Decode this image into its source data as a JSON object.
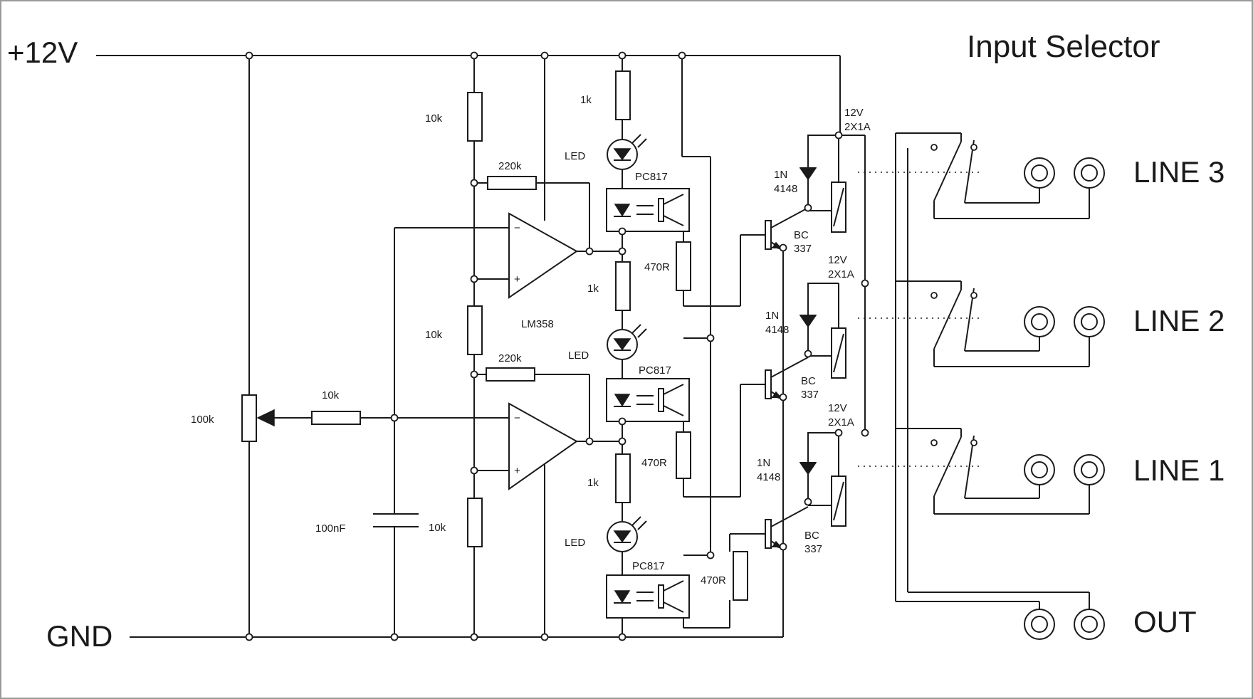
{
  "title": "Input Selector",
  "rails": {
    "vcc": "+12V",
    "gnd": "GND"
  },
  "potentiometer": "100k",
  "series_resistor": "10k",
  "capacitor": "100nF",
  "divider": {
    "top": "10k",
    "middle": "10k",
    "bottom": "10k"
  },
  "opamp": {
    "part": "LM358",
    "feedback": "220k",
    "feedback2": "220k",
    "plus": "+",
    "minus": "−"
  },
  "led_resistor": "1k",
  "led_label": "LED",
  "optocoupler": "PC817",
  "base_resistor": "470R",
  "diode": {
    "line1": "1N",
    "line2": "4148"
  },
  "transistor": {
    "line1": "BC",
    "line2": "337"
  },
  "relay": {
    "line1": "12V",
    "line2": "2X1A"
  },
  "outputs": {
    "line3": "LINE 3",
    "line2": "LINE 2",
    "line1": "LINE 1",
    "out": "OUT"
  }
}
